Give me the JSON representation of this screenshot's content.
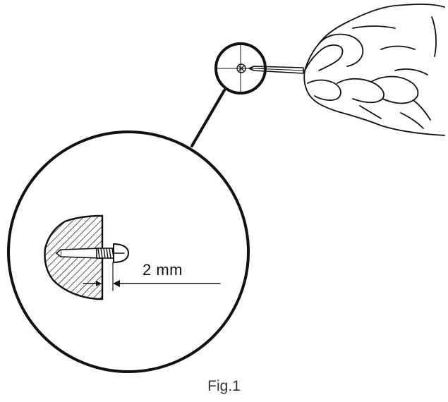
{
  "diagram": {
    "dimension_label": "2 mm",
    "caption": "Fig.1",
    "icons": [
      "hand-holding-screwdriver",
      "screw",
      "magnifier-callout"
    ],
    "colors": {
      "ink": "#111111",
      "background": "#ffffff"
    }
  }
}
